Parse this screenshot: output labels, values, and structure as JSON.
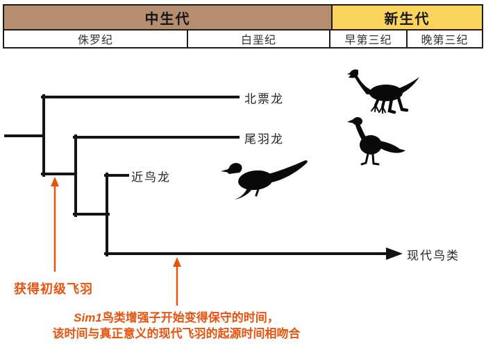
{
  "timeline": {
    "eras": [
      {
        "label": "中生代",
        "color": "#b58e6f"
      },
      {
        "label": "新生代",
        "color": "#fbd45e"
      }
    ],
    "periods": [
      {
        "label": "侏罗纪"
      },
      {
        "label": "白垩纪"
      },
      {
        "label": "早第三纪"
      },
      {
        "label": "晚第三纪"
      }
    ]
  },
  "tree": {
    "line_color": "#141414",
    "taxa": [
      {
        "label": "北票龙"
      },
      {
        "label": "尾羽龙"
      },
      {
        "label": "近鸟龙"
      },
      {
        "label": "现代鸟类"
      }
    ]
  },
  "annotations": {
    "color": "#e8520d",
    "primary_feathers": "获得初级飞羽",
    "sim1_gene": "Sim1",
    "sim1_line1_rest": "鸟类增强子开始变得保守的时间，",
    "sim1_line2": "该时间与真正意义的现代飞羽的起源时间相吻合"
  },
  "silhouettes": [
    {
      "name": "beipiaosaurus"
    },
    {
      "name": "caudipteryx"
    },
    {
      "name": "anchiornis"
    }
  ]
}
